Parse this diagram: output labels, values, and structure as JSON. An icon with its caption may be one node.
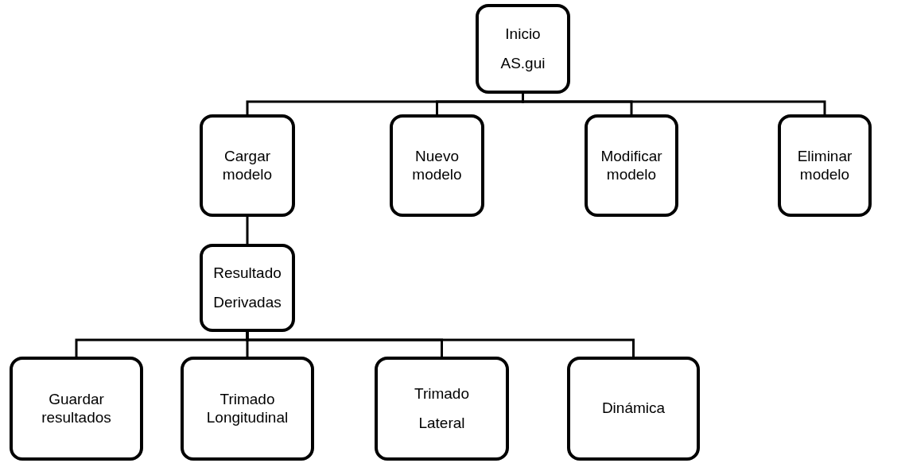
{
  "diagram": {
    "nodes": [
      {
        "text": [
          "Inicio",
          "AS.gui"
        ]
      },
      {
        "text": [
          "Cargar modelo"
        ]
      },
      {
        "text": [
          "Nuevo modelo"
        ]
      },
      {
        "text": [
          "Modificar modelo"
        ]
      },
      {
        "text": [
          "Eliminar modelo"
        ]
      },
      {
        "text": [
          "Resultado",
          "Derivadas"
        ]
      },
      {
        "text": [
          "Guardar resultados"
        ]
      },
      {
        "text": [
          "Trimado Longitudinal"
        ]
      },
      {
        "text": [
          "Trimado",
          "Lateral"
        ]
      },
      {
        "text": [
          "Dinámica"
        ]
      }
    ],
    "edges": [
      {
        "from": 0,
        "to": 1,
        "arrow": "none"
      },
      {
        "from": 0,
        "to": 2,
        "arrow": "none"
      },
      {
        "from": 0,
        "to": 3,
        "arrow": "none"
      },
      {
        "from": 0,
        "to": 4,
        "arrow": "none"
      },
      {
        "from": 1,
        "to": 5,
        "arrow": "none"
      },
      {
        "from": 5,
        "to": 6,
        "arrow": "none"
      },
      {
        "from": 5,
        "to": 7,
        "arrow": "none"
      },
      {
        "from": 5,
        "to": 8,
        "arrow": "none"
      },
      {
        "from": 5,
        "to": 9,
        "arrow": "none"
      }
    ]
  }
}
